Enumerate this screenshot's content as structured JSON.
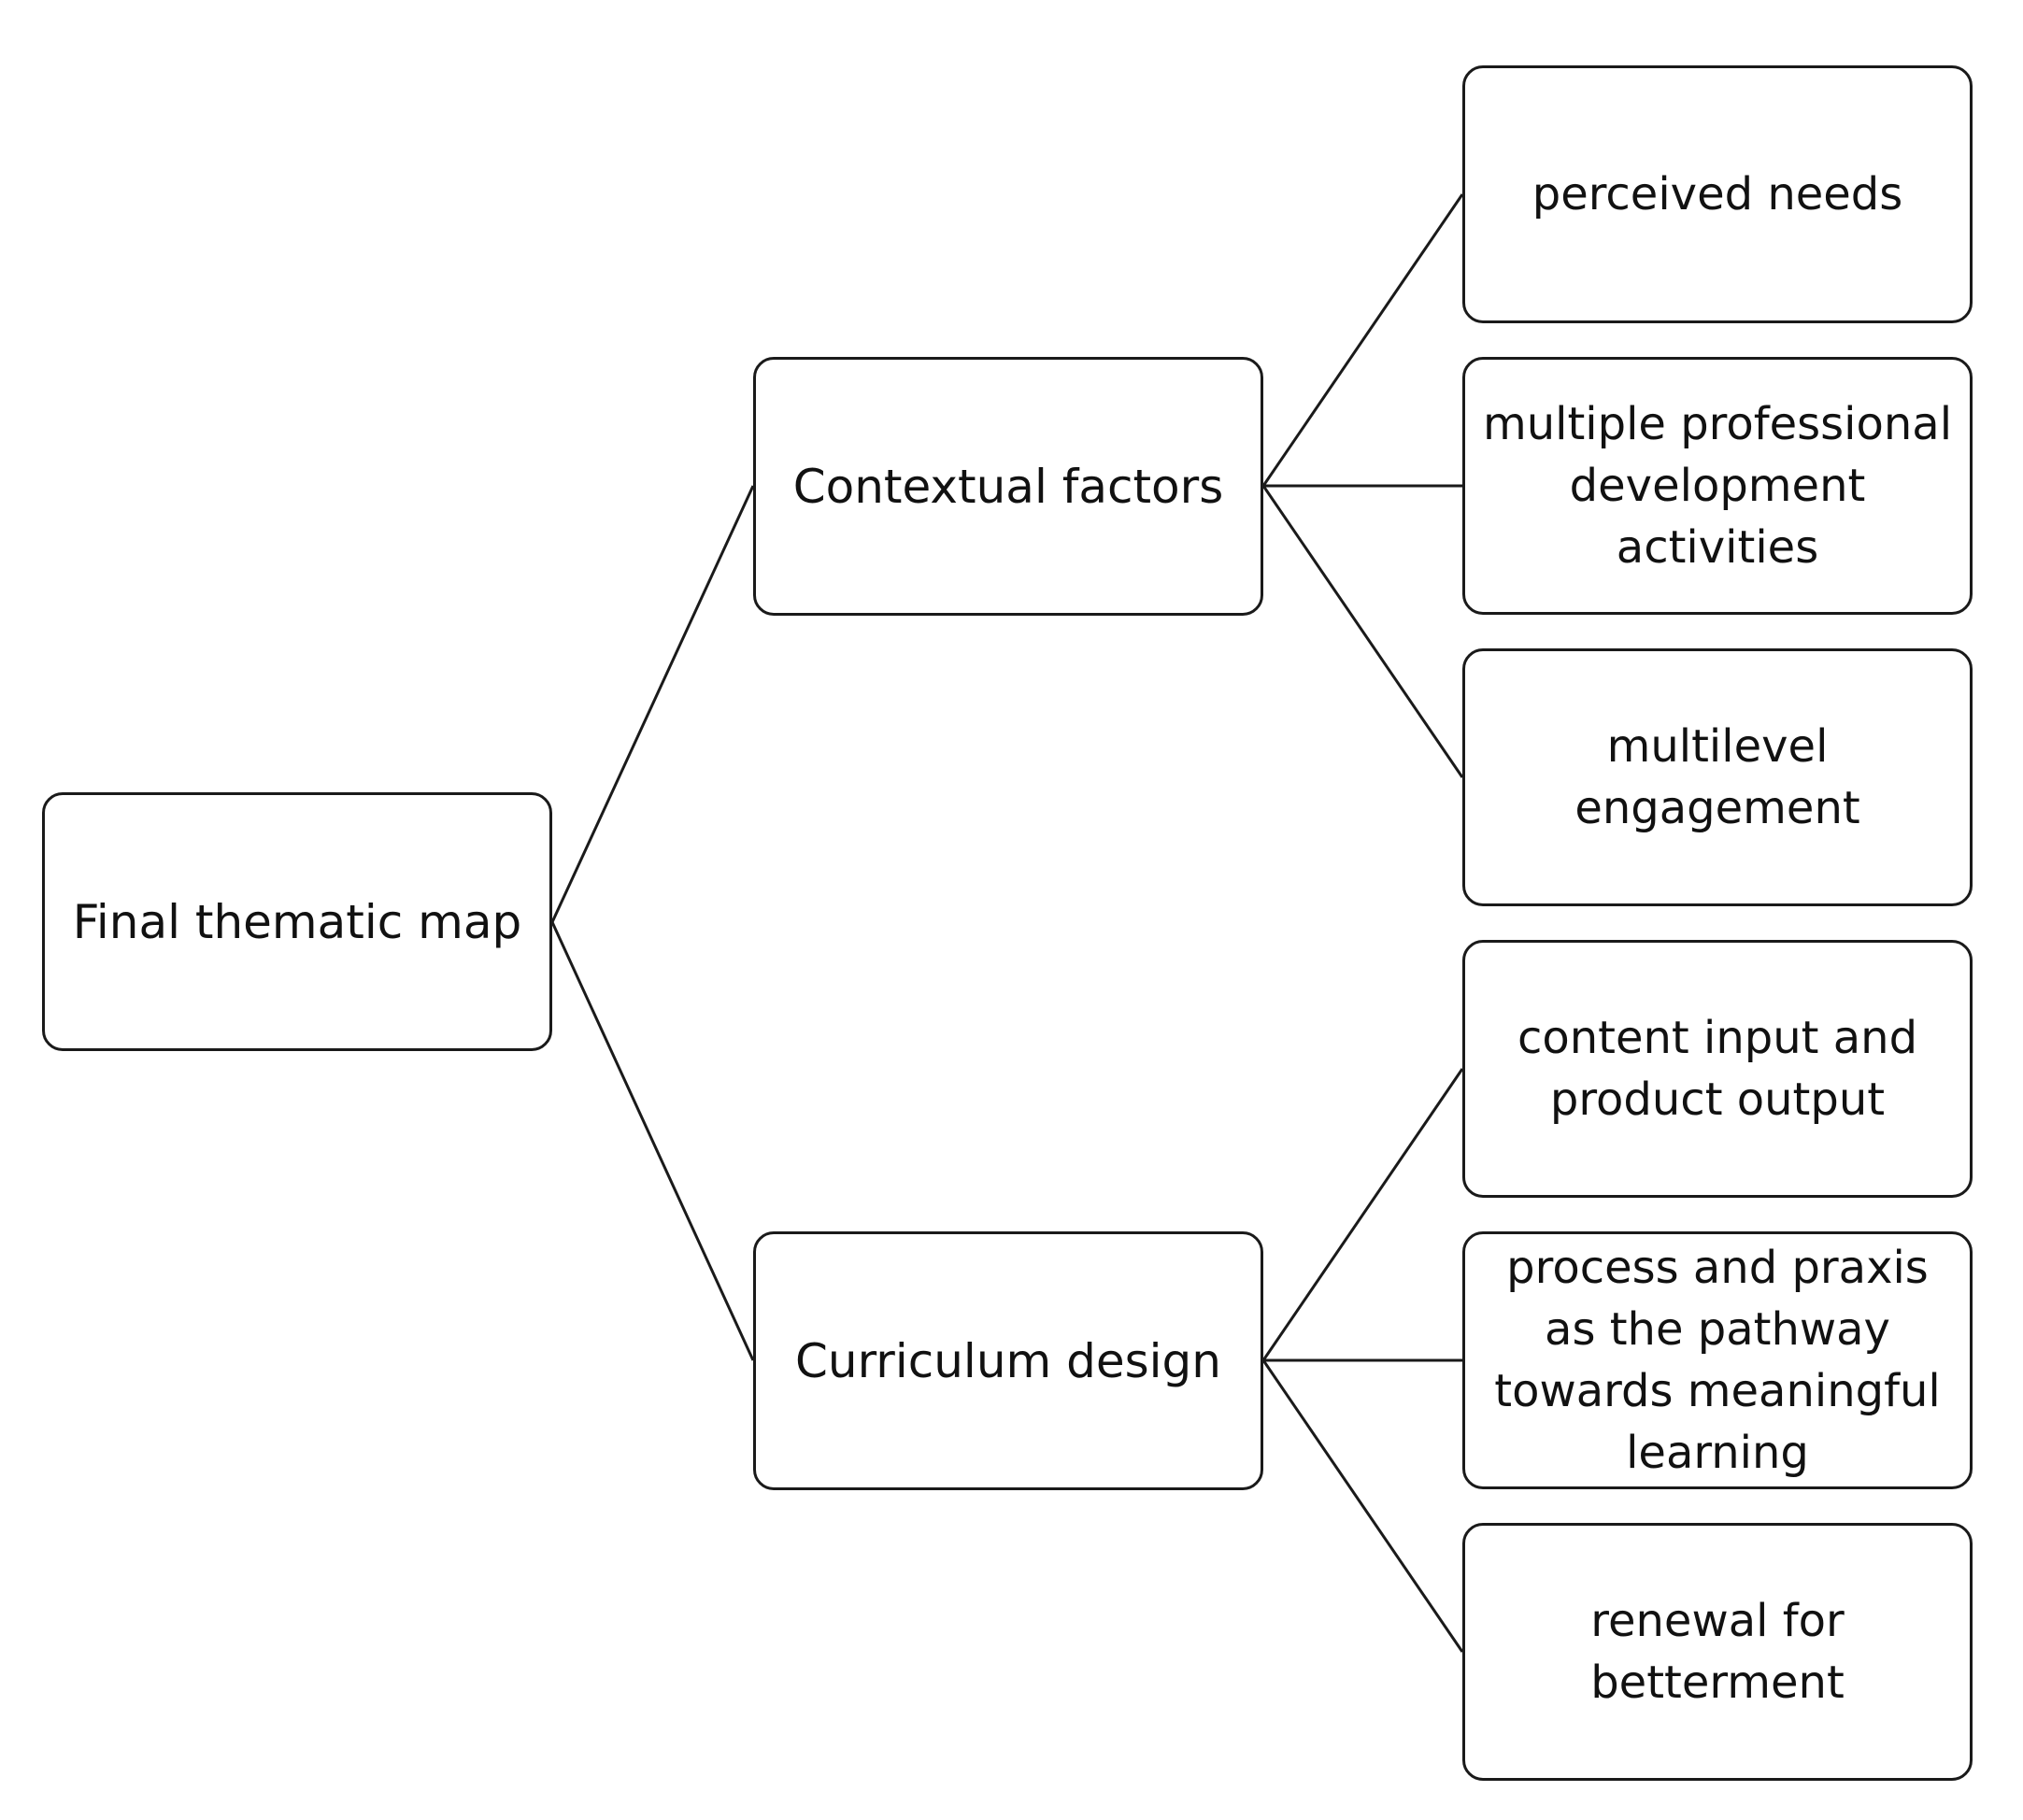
{
  "root": {
    "label": "Final thematic map"
  },
  "themes": [
    {
      "label": "Contextual factors",
      "subthemes": [
        {
          "label": "perceived needs"
        },
        {
          "label": "multiple professional development activities"
        },
        {
          "label": "multilevel engagement"
        }
      ]
    },
    {
      "label": "Curriculum design",
      "subthemes": [
        {
          "label": "content input and product output"
        },
        {
          "label": "process and praxis as the pathway towards meaningful learning"
        },
        {
          "label": "renewal for betterment"
        }
      ]
    }
  ]
}
